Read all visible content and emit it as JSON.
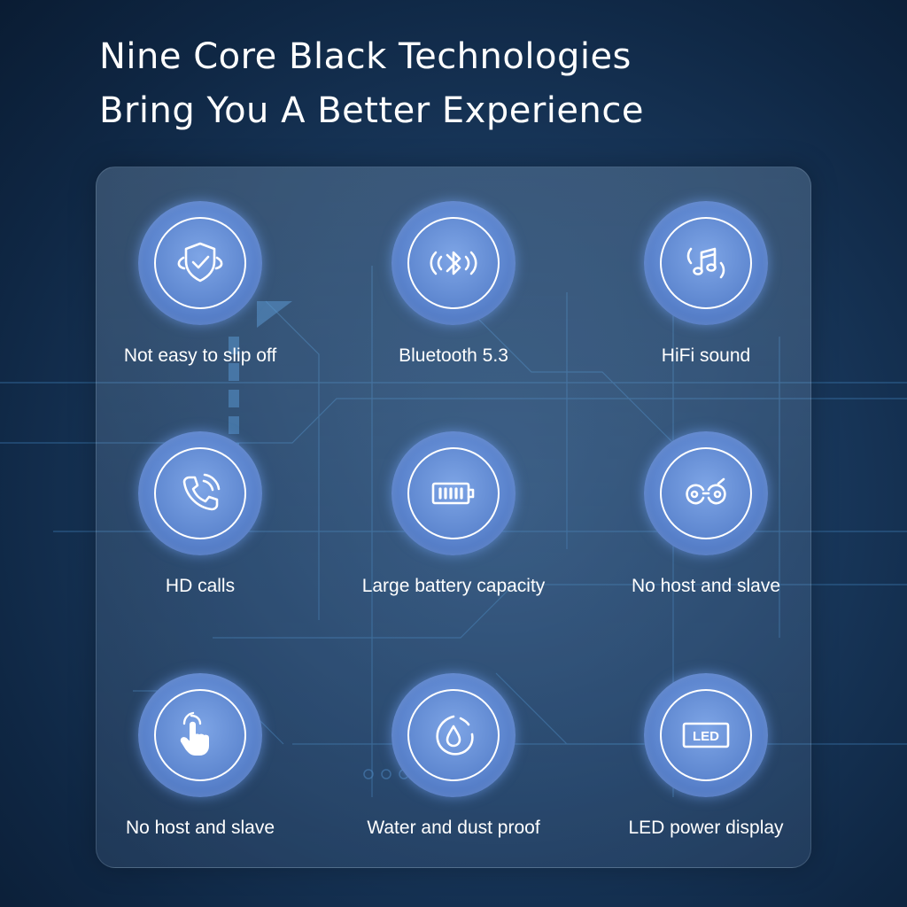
{
  "headline": {
    "line1": "Nine Core Black Technologies",
    "line2": "Bring You A Better Experience"
  },
  "features": [
    {
      "label": "Not easy to slip off",
      "icon": "shield-check-icon"
    },
    {
      "label": "Bluetooth 5.3",
      "icon": "bluetooth-icon"
    },
    {
      "label": "HiFi sound",
      "icon": "music-note-icon"
    },
    {
      "label": "HD calls",
      "icon": "phone-call-icon"
    },
    {
      "label": "Large battery capacity",
      "icon": "battery-icon"
    },
    {
      "label": "No host and slave",
      "icon": "earbuds-icon"
    },
    {
      "label": "No host and slave",
      "icon": "touch-hand-icon"
    },
    {
      "label": "Water and dust proof",
      "icon": "water-drop-icon"
    },
    {
      "label": "LED power display",
      "icon": "led-display-icon",
      "icon_text": "LED"
    }
  ]
}
